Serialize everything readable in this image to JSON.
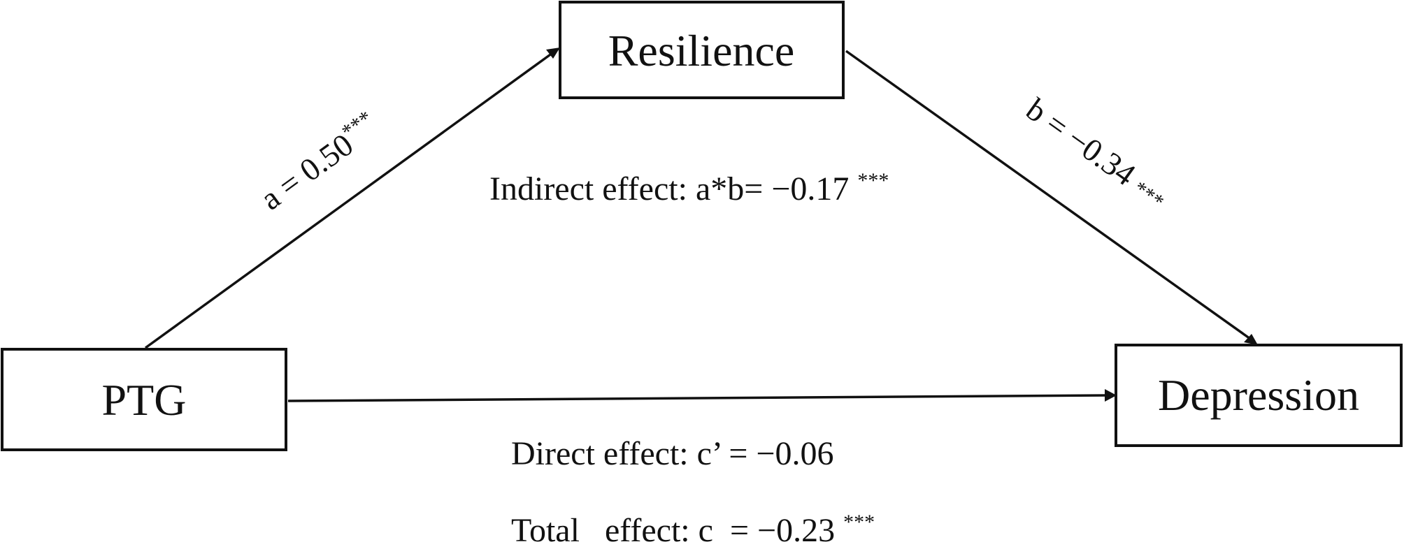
{
  "nodes": {
    "mediator": {
      "label": "Resilience"
    },
    "predictor": {
      "label": "PTG"
    },
    "outcome": {
      "label": "Depression"
    }
  },
  "paths": {
    "a": {
      "label": "a = 0.50",
      "significance": "***"
    },
    "b": {
      "label": "b = −0.34 ",
      "significance": "***"
    }
  },
  "effects": {
    "indirect": {
      "label": "Indirect effect: a*b= −0.17 ",
      "significance": "***"
    },
    "direct": {
      "label": "Direct effect: c’ = −0.06"
    },
    "total": {
      "label": "Total   effect: c  = −0.23 ",
      "significance": "***"
    }
  },
  "colors": {
    "stroke": "#111111",
    "background": "#ffffff"
  }
}
